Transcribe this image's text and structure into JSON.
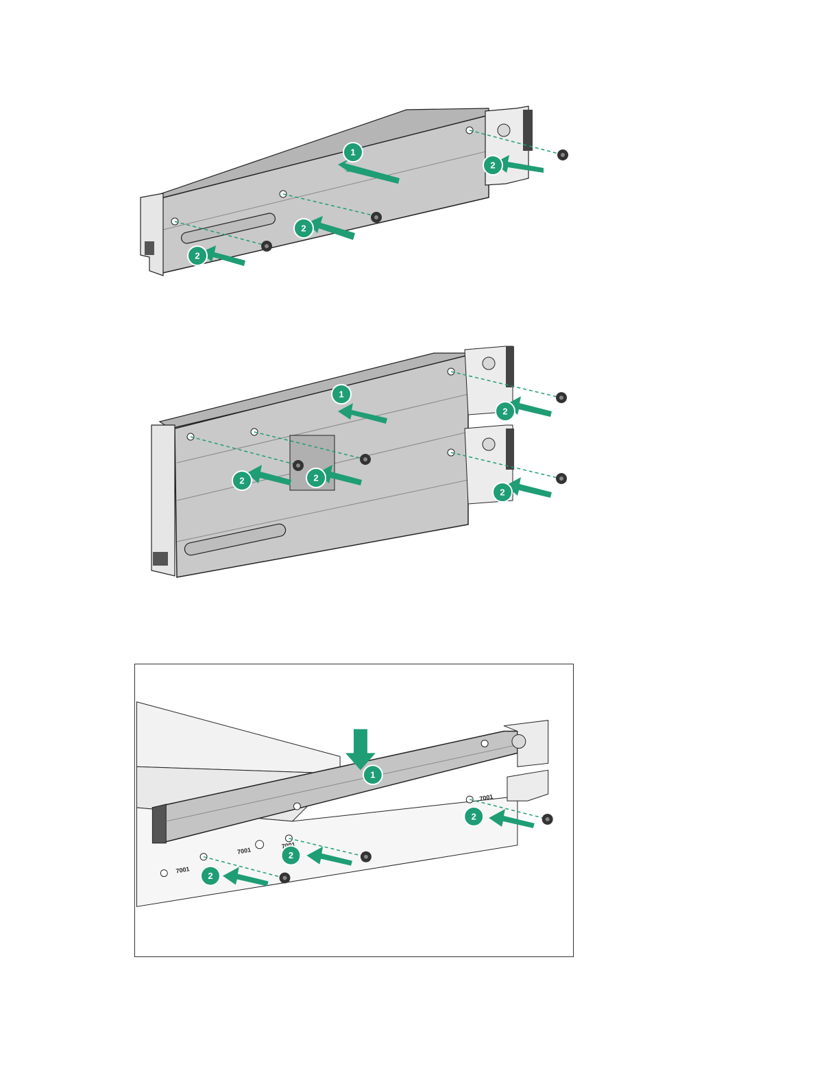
{
  "colors": {
    "accent": "#1f9d74",
    "metal": "#c9c9c9",
    "metal_dark": "#9e9e9e",
    "outline": "#222222"
  },
  "figures": [
    {
      "callouts": [
        "1",
        "2",
        "2",
        "2"
      ],
      "icons": [
        "arrow",
        "screw",
        "riser-cage"
      ]
    },
    {
      "callouts": [
        "1",
        "2",
        "2",
        "2",
        "2"
      ],
      "icons": [
        "arrow",
        "screw",
        "riser-cage"
      ]
    },
    {
      "callouts": [
        "1",
        "2",
        "2",
        "2"
      ],
      "stamps": [
        "7001",
        "7001",
        "7001",
        "7001"
      ],
      "icons": [
        "arrow",
        "screw",
        "riser-cage",
        "server-chassis"
      ]
    }
  ]
}
